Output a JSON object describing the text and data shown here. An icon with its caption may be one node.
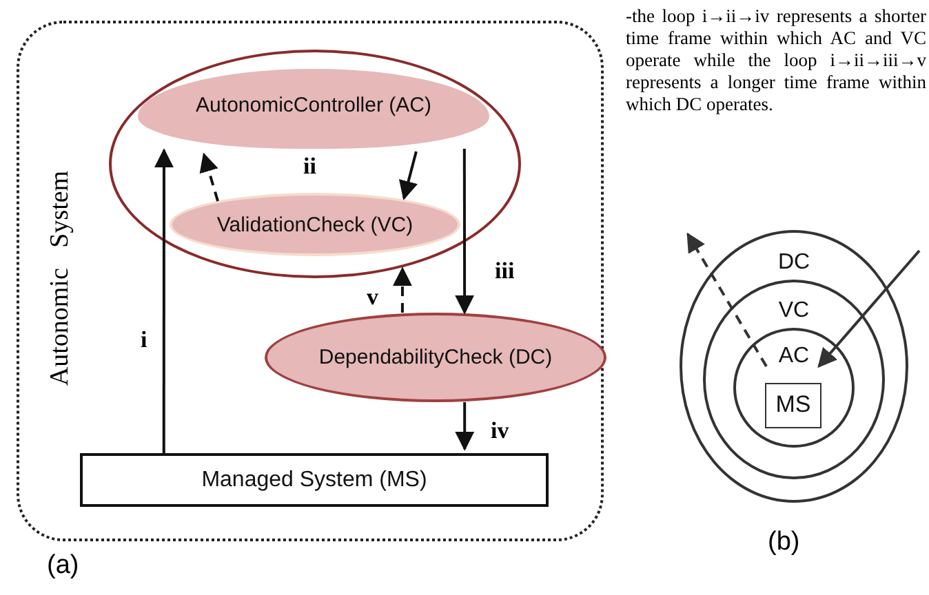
{
  "diagram": {
    "nodes": [
      {
        "text": [
          "Autonomic System"
        ]
      },
      {
        "text": [],
        "shape": "ellipse",
        "in": 0
      },
      {
        "text": [
          "AutonomicController (AC)"
        ],
        "in": 1
      },
      {
        "text": [
          "ValidationCheck (VC)"
        ],
        "in": 1
      },
      {
        "text": [
          "DependabilityCheck (DC)"
        ],
        "in": 0
      },
      {
        "text": [
          "Managed System (MS)"
        ],
        "in": 0
      },
      {
        "text": [
          "DC"
        ]
      },
      {
        "text": [
          "VC"
        ],
        "in": 6
      },
      {
        "text": [
          "AC"
        ],
        "in": 7
      },
      {
        "text": [
          "MS"
        ],
        "in": 8
      }
    ],
    "edges": [
      {
        "from": 5,
        "to": 2,
        "arrow": "to",
        "label": "i"
      },
      {
        "from": 3,
        "to": 2,
        "arrow": "to",
        "style": "dashed"
      },
      {
        "from": 2,
        "to": 3,
        "arrow": "to",
        "label": "ii"
      },
      {
        "from": 2,
        "to": 4,
        "arrow": "to",
        "label": "iii"
      },
      {
        "from": 4,
        "to": 3,
        "arrow": "to",
        "label": "v",
        "style": "dashed"
      },
      {
        "from": 4,
        "to": 5,
        "arrow": "to",
        "label": "iv"
      },
      {
        "from": null,
        "to": 8,
        "arrow": "to"
      },
      {
        "from": 8,
        "to": null,
        "arrow": "to",
        "style": "dashed"
      }
    ],
    "labels": [
      "-the loop i→ii→iv represents a shorter time frame within which AC and VC operate while the loop i→ii→iii→v represents a longer time frame within which DC operates.",
      "(a)",
      "(b)"
    ]
  }
}
